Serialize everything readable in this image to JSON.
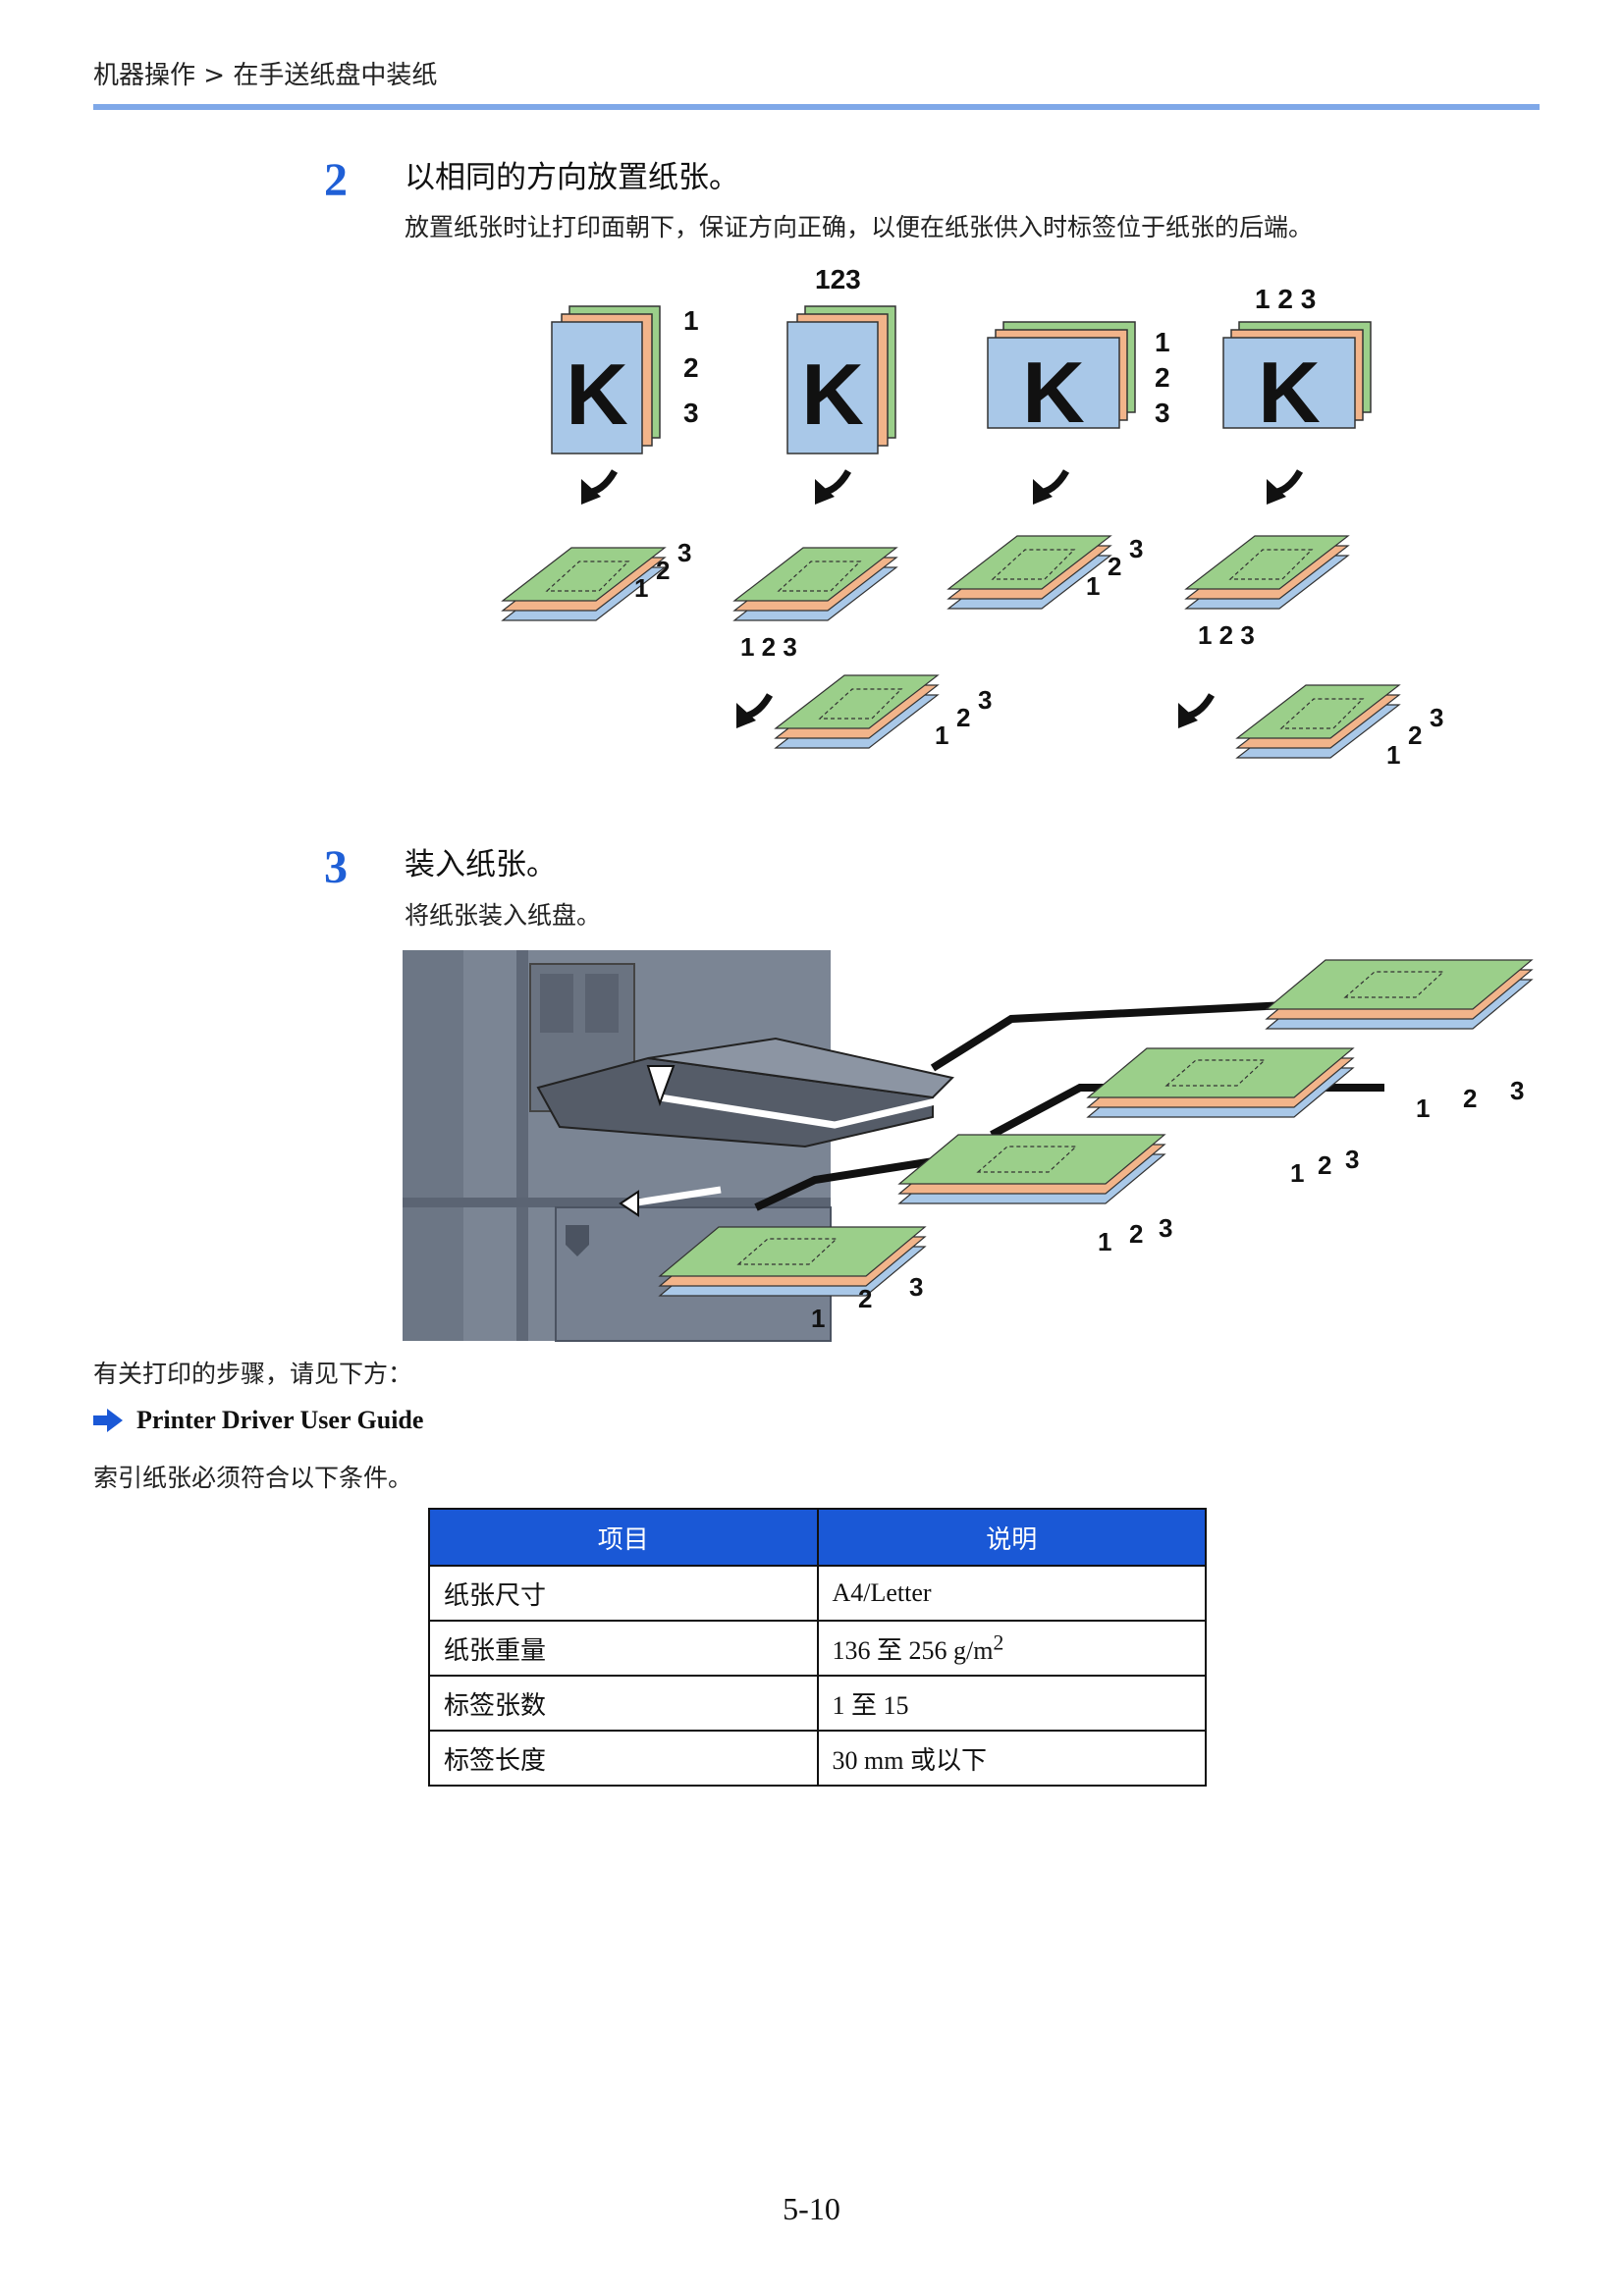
{
  "header": {
    "breadcrumb": "机器操作 > 在手送纸盘中装纸"
  },
  "step2": {
    "number": "2",
    "title": "以相同的方向放置纸张。",
    "description": "放置纸张时让打印面朝下，保证方向正确，以便在纸张供入时标签位于纸张的后端。",
    "figure_labels": {
      "k": "K",
      "n1": "1",
      "n2": "2",
      "n3": "3",
      "n123_tight": "123",
      "n123_spaced": "1 2 3"
    }
  },
  "step3": {
    "number": "3",
    "title": "装入纸张。",
    "description": "将纸张装入纸盘。",
    "figure_labels": {
      "n1": "1",
      "n2": "2",
      "n3": "3"
    }
  },
  "reference": {
    "intro": "有关打印的步骤，请见下方：",
    "link": "Printer Driver User Guide",
    "conditions": "索引纸张必须符合以下条件。"
  },
  "table": {
    "headers": [
      "项目",
      "说明"
    ],
    "rows": [
      {
        "item": "纸张尺寸",
        "value": "A4/Letter"
      },
      {
        "item": "纸张重量",
        "value": "136 至 256 g/m",
        "sup": "2"
      },
      {
        "item": "标签张数",
        "value": "1 至 15"
      },
      {
        "item": "标签长度",
        "value": "30 mm 或以下"
      }
    ]
  },
  "page_number": "5-10",
  "colors": {
    "accent_blue": "#1a58d6",
    "header_rule": "#7fa8e8",
    "paper_blue": "#a9c8e8",
    "paper_green": "#9bcf8a",
    "paper_orange": "#f2b48a"
  }
}
